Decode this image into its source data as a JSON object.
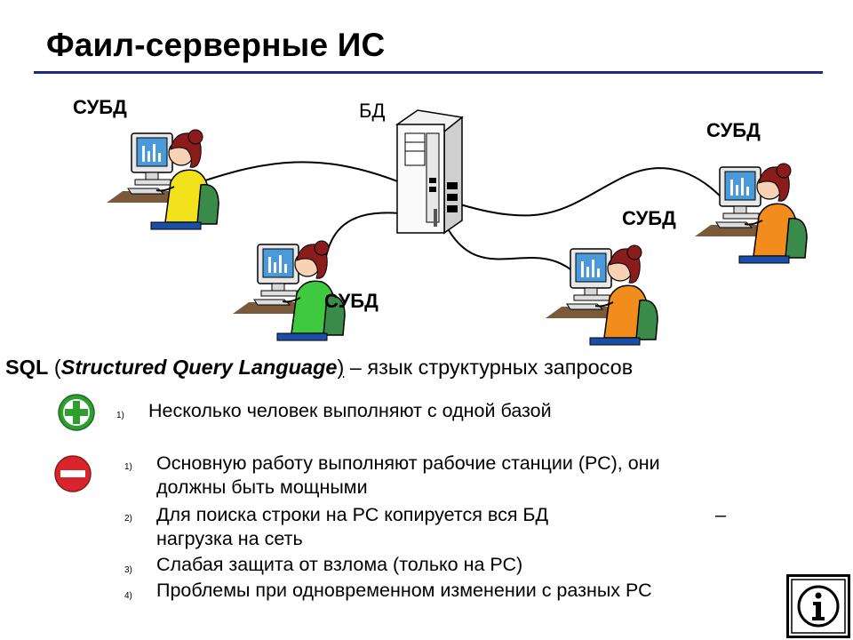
{
  "title": "Фаил-серверные ИС",
  "diagram": {
    "server_label": "БД",
    "client_labels": [
      "СУБД",
      "СУБД",
      "СУБД",
      "СУБД"
    ]
  },
  "sql": {
    "keyword": "SQL",
    "open_paren": " (",
    "term": "Structured Query Language",
    "close_paren": ")",
    "definition": " – язык структурных запросов"
  },
  "pros": {
    "icon": "plus-icon",
    "items": [
      {
        "number": "1)",
        "text": "Несколько человек выполняют с одной базой"
      }
    ]
  },
  "cons": {
    "icon": "minus-icon",
    "items": [
      {
        "number": "1)",
        "line1": "Основную работу выполняют рабочие станции (РС), они",
        "line2": "должны быть мощными"
      },
      {
        "number": "2)",
        "line1": "Для поиска  строки на РС копируется вся БД",
        "dash": "–",
        "line2": "нагрузка на сеть"
      },
      {
        "number": "3)",
        "line1": "Слабая защита от взлома (только на РС)"
      },
      {
        "number": "4)",
        "line1": "Проблемы при одновременном изменении с разных РС"
      }
    ]
  },
  "info_button": {
    "icon": "info-icon"
  },
  "colors": {
    "title_rule": "#1f2a7a",
    "plus": "#2e9e2e",
    "minus": "#d8242a",
    "shirt_yellow": "#f2e21c",
    "shirt_green": "#3fc93f",
    "shirt_orange": "#f28c1c",
    "hair": "#8b1c1c",
    "monitor_screen": "#4a9ad9"
  }
}
